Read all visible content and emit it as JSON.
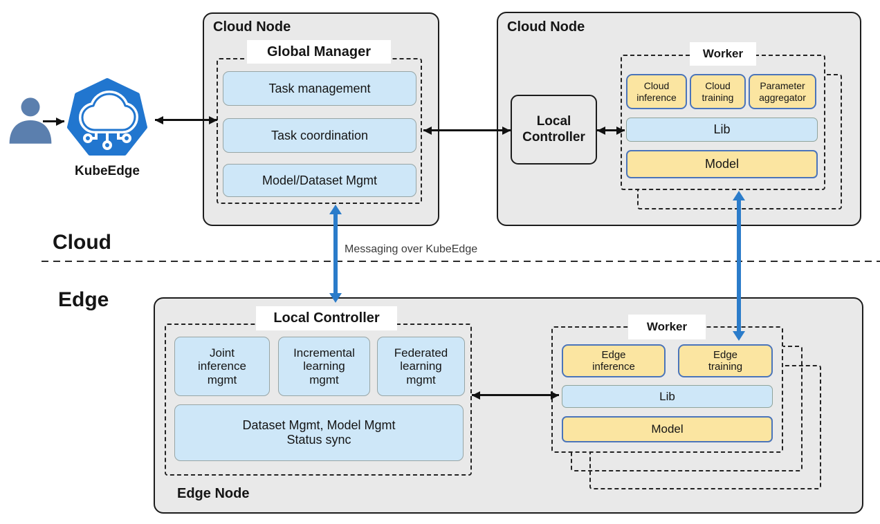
{
  "zones": {
    "cloud": "Cloud",
    "edge": "Edge"
  },
  "messaging_label": "Messaging over KubeEdge",
  "kubeedge": {
    "label": "KubeEdge"
  },
  "cloud_node_left": {
    "title": "Cloud Node",
    "global_manager": {
      "title": "Global Manager",
      "items": [
        "Task management",
        "Task coordination",
        "Model/Dataset Mgmt"
      ]
    }
  },
  "cloud_node_right": {
    "title": "Cloud Node",
    "local_controller": "Local\nController",
    "worker": {
      "title": "Worker",
      "modules": [
        "Cloud\ninference",
        "Cloud\ntraining",
        "Parameter\naggregator"
      ],
      "lib": "Lib",
      "model": "Model"
    }
  },
  "edge_node": {
    "title": "Edge Node",
    "local_controller": {
      "title": "Local Controller",
      "items": [
        "Joint\ninference\nmgmt",
        "Incremental\nlearning\nmgmt",
        "Federated\nlearning\nmgmt"
      ],
      "dataset_box": "Dataset Mgmt, Model Mgmt\nStatus sync"
    },
    "worker": {
      "title": "Worker",
      "modules": [
        "Edge\ninference",
        "Edge\ntraining"
      ],
      "lib": "Lib",
      "model": "Model"
    }
  },
  "colors": {
    "node_fill": "#e9e9e9",
    "blue_box_fill": "#cee7f8",
    "yellow_box_fill": "#fbe5a1",
    "yellow_box_border": "#4a74ba",
    "blue_arrow": "#2b7cca",
    "kubeedge_blue": "#2176cf",
    "person_blue": "#5b7fae"
  }
}
